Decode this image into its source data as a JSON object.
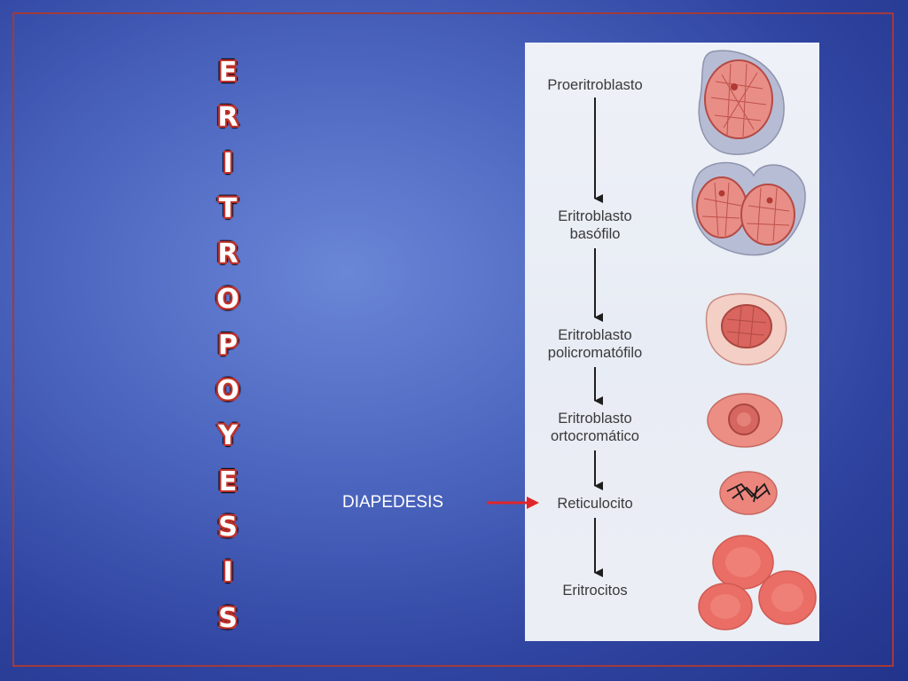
{
  "title_letters": [
    "E",
    "R",
    "I",
    "T",
    "R",
    "O",
    "P",
    "O",
    "Y",
    "E",
    "S",
    "I",
    "S"
  ],
  "stages": [
    {
      "line1": "Proeritroblasto",
      "line2": ""
    },
    {
      "line1": "Eritroblasto",
      "line2": "basófilo"
    },
    {
      "line1": "Eritroblasto",
      "line2": "policromatófilo"
    },
    {
      "line1": "Eritroblasto",
      "line2": "ortocromático"
    },
    {
      "line1": "Reticulocito",
      "line2": ""
    },
    {
      "line1": "Eritrocitos",
      "line2": ""
    }
  ],
  "annotation": {
    "label": "DIAPEDESIS",
    "arrow_color": "#e0262a"
  },
  "colors": {
    "background": "#4d67c0",
    "frame": "#a33a3a",
    "title_outline": "#c0322c",
    "panel": "#eceff6",
    "cell": "#e87a74"
  }
}
